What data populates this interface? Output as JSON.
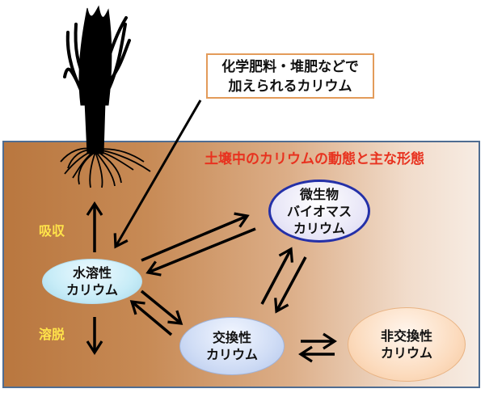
{
  "callout": {
    "line1": "化学肥料・堆肥などで",
    "line2": "加えられるカリウム",
    "border_color": "#e39b5a"
  },
  "title": "土壌中のカリウムの動態と主な形態",
  "title_color": "#e8321f",
  "labels": {
    "absorption": "吸収",
    "leaching": "溶脱",
    "color": "#ffe34a"
  },
  "nodes": {
    "water_soluble": {
      "line1": "水溶性",
      "line2": "カリウム"
    },
    "microbial": {
      "line1": "微生物",
      "line2": "バイオマス",
      "line3": "カリウム"
    },
    "exchangeable": {
      "line1": "交換性",
      "line2": "カリウム"
    },
    "non_exchangeable": {
      "line1": "非交換性",
      "line2": "カリウム"
    }
  },
  "plant": {
    "icon": "rice-plant-silhouette-icon"
  },
  "flows": [
    {
      "from": "fertilizer",
      "to": "water_soluble"
    },
    {
      "from": "water_soluble",
      "to": "plant",
      "label": "吸収"
    },
    {
      "from": "water_soluble",
      "to": "below",
      "label": "溶脱"
    },
    {
      "from": "water_soluble",
      "to": "microbial"
    },
    {
      "from": "microbial",
      "to": "water_soluble"
    },
    {
      "from": "water_soluble",
      "to": "exchangeable"
    },
    {
      "from": "exchangeable",
      "to": "water_soluble"
    },
    {
      "from": "exchangeable",
      "to": "microbial"
    },
    {
      "from": "microbial",
      "to": "exchangeable"
    },
    {
      "from": "exchangeable",
      "to": "non_exchangeable"
    },
    {
      "from": "non_exchangeable",
      "to": "exchangeable"
    }
  ]
}
